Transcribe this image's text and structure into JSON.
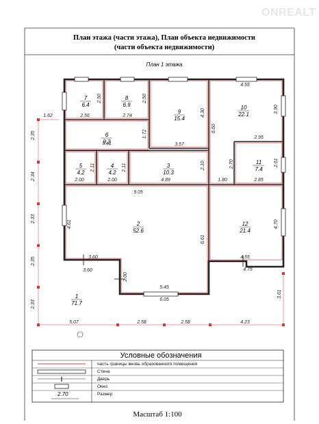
{
  "watermark": "ONREALT",
  "title": {
    "line1": "План этажа (части этажа), План объекта недвижимости",
    "line2": "(части объекта недвижимости)"
  },
  "floor_label": "План 1 этажа",
  "rooms": [
    {
      "number": "7",
      "area": "6.4"
    },
    {
      "number": "8",
      "area": "6.9"
    },
    {
      "number": "9",
      "area": "15.4"
    },
    {
      "number": "10",
      "area": "22.1"
    },
    {
      "number": "6",
      "area": "9.3"
    },
    {
      "number": "5",
      "area": "4.2"
    },
    {
      "number": "4",
      "area": "4.2"
    },
    {
      "number": "3",
      "area": "10.3"
    },
    {
      "number": "11",
      "area": "7.4"
    },
    {
      "number": "2",
      "area": "52.6"
    },
    {
      "number": "12",
      "area": "21.4"
    },
    {
      "number": "1",
      "area": "71.7"
    }
  ],
  "dimensions": {
    "inner": [
      "4.55",
      "2.50",
      "2.50",
      "2.56",
      "2.74",
      "4.30",
      "3.90",
      "6.60",
      "1.72",
      "5.41",
      "3.57",
      "2.95",
      "2.11",
      "2.11",
      "2.10",
      "2.70",
      "2.61",
      "2.00",
      "2.00",
      "4.89",
      "1.80",
      "2.85",
      "9.05",
      "4.61",
      "6.61",
      "4.70",
      "3.60",
      "3.60",
      "2.00",
      "4.55",
      "4.75",
      "5.45",
      "6.05"
    ],
    "outer_left": [
      "2.35",
      "2.34",
      "2.33",
      "2.35",
      "2.33"
    ],
    "outer_bottom": [
      "5.07",
      "2.58",
      "2.58",
      "4.23"
    ],
    "outer_top_left": "1.62",
    "outer_right": "3.61"
  },
  "legend": {
    "title": "Условные обозначения",
    "items": [
      {
        "label": "часть границы вновь образованного помещения"
      },
      {
        "label": "Стена"
      },
      {
        "label": "Дверь"
      },
      {
        "label": "Окно"
      },
      {
        "label": "Размер",
        "sample": "2.70"
      }
    ]
  },
  "scale": "Масштаб 1:100"
}
